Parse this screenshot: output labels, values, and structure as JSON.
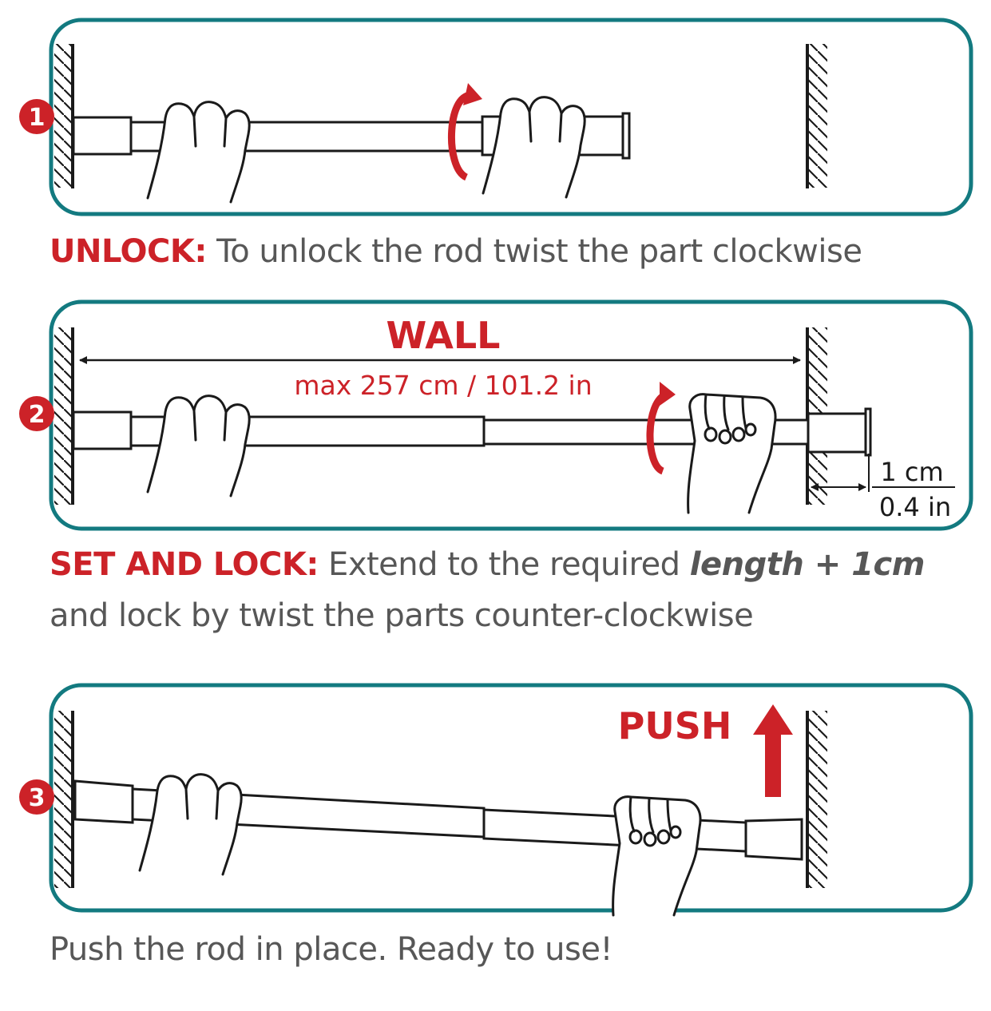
{
  "colors": {
    "panel_border": "#137a80",
    "accent_red": "#cc2228",
    "text_gray": "#575757",
    "line": "#1a1a1a"
  },
  "steps": [
    {
      "number": "1",
      "keyword": "UNLOCK:",
      "text": " To unlock the rod twist the part clockwise",
      "icons": [
        "wall-icon",
        "tension-rod-icon",
        "hand-icon",
        "rotate-clockwise-icon"
      ]
    },
    {
      "number": "2",
      "wall_label": "WALL",
      "max_label": "max 257 cm / 101.2 in",
      "gap_label_1": "1 cm",
      "gap_label_2": "0.4 in",
      "keyword": "SET AND LOCK:",
      "text": " Extend to the required ",
      "emphasis": "length + 1cm",
      "text_line2": "and lock by twist the parts counter-clockwise",
      "icons": [
        "wall-icon",
        "tension-rod-icon",
        "hand-icon",
        "rotate-counter-clockwise-icon",
        "dimension-arrow-icon"
      ]
    },
    {
      "number": "3",
      "push_label": "PUSH",
      "text": "Push the rod in place. Ready to use!",
      "icons": [
        "wall-icon",
        "tension-rod-icon",
        "hand-icon",
        "arrow-up-icon"
      ]
    }
  ]
}
